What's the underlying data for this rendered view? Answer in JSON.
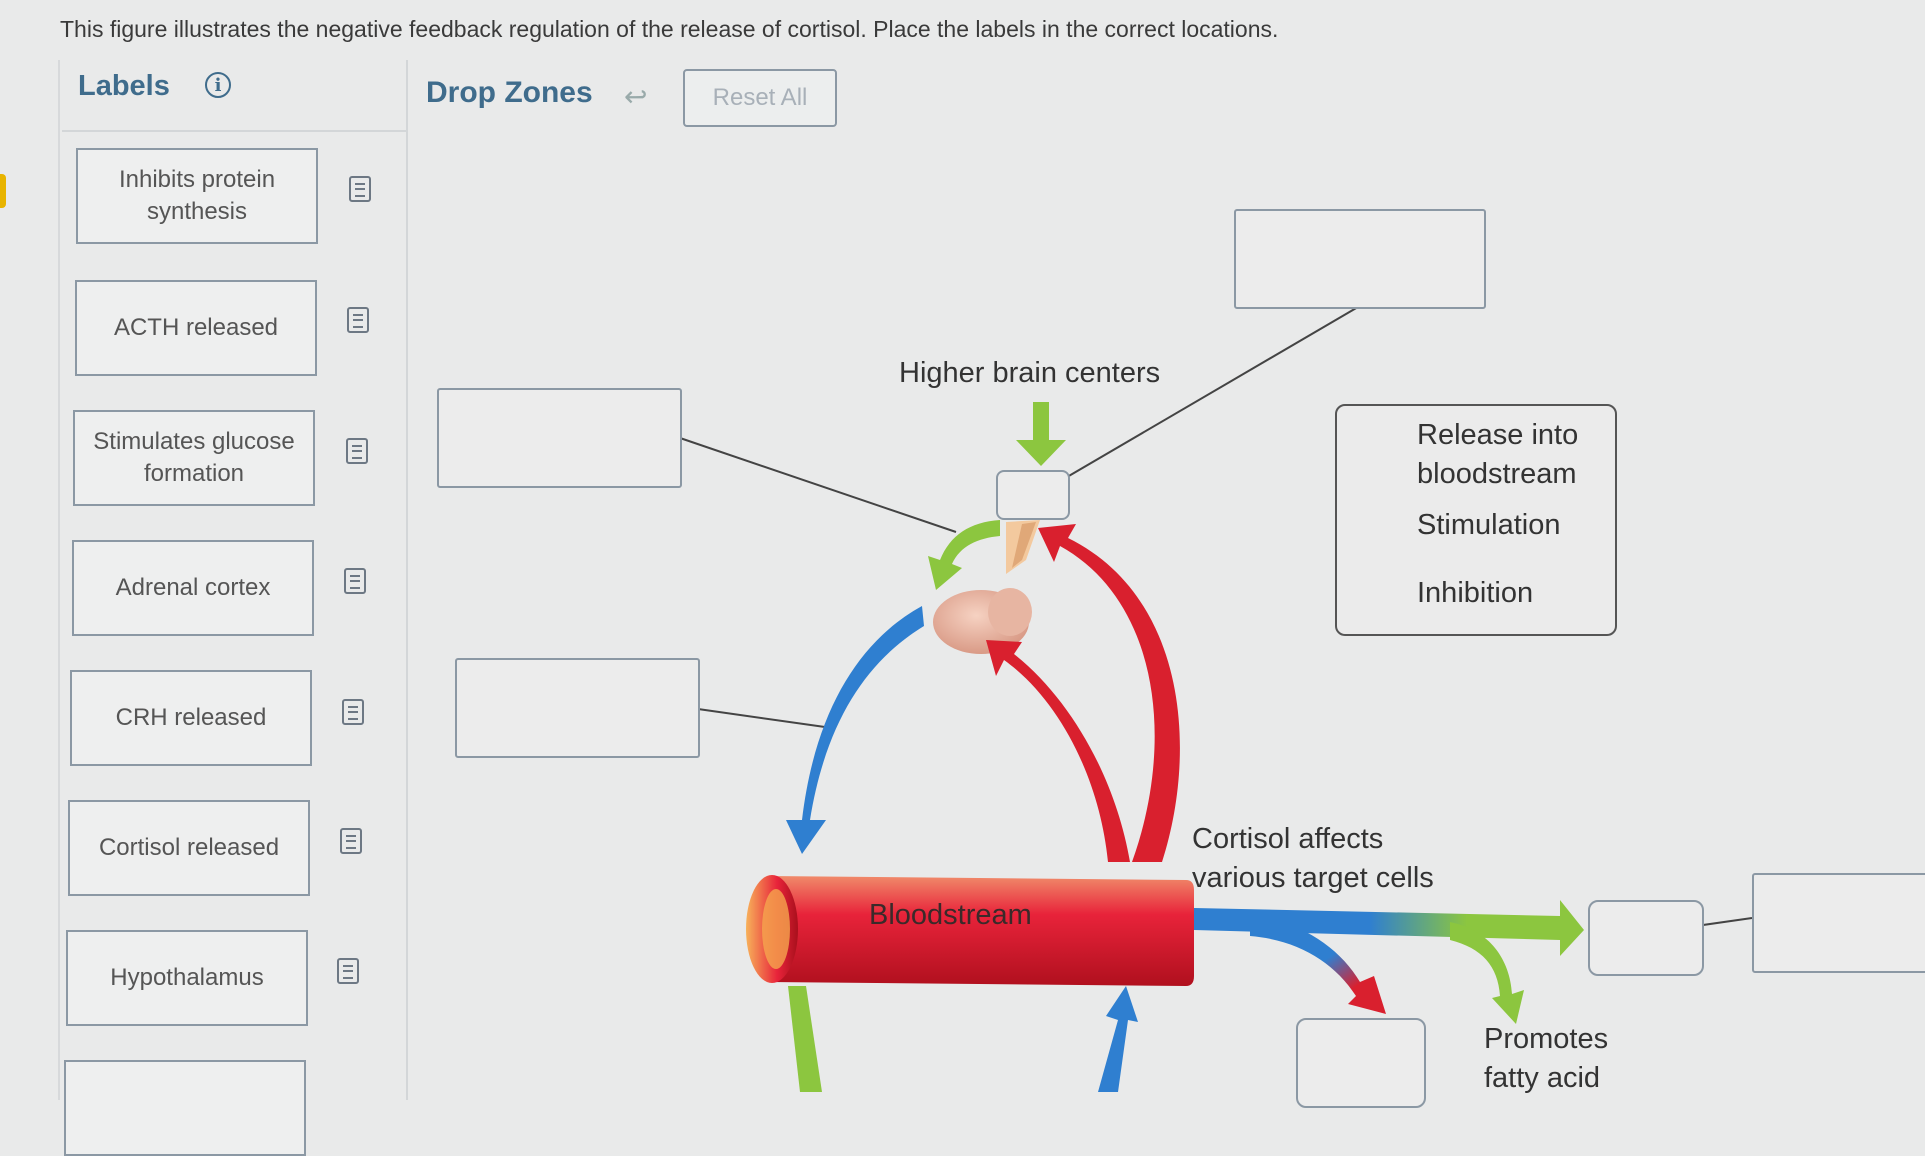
{
  "instruction": "This figure illustrates the negative feedback regulation of the release of cortisol. Place the labels in the correct locations.",
  "labels_panel": {
    "title": "Labels",
    "info_icon": "info-icon",
    "items": [
      {
        "text": "Inhibits protein synthesis",
        "icon": "notes-icon"
      },
      {
        "text": "ACTH released",
        "icon": "notes-icon"
      },
      {
        "text": "Stimulates glucose formation",
        "icon": "notes-icon"
      },
      {
        "text": "Adrenal cortex",
        "icon": "notes-icon"
      },
      {
        "text": "CRH released",
        "icon": "notes-icon"
      },
      {
        "text": "Cortisol released",
        "icon": "notes-icon"
      },
      {
        "text": "Hypothalamus",
        "icon": "notes-icon"
      }
    ]
  },
  "drop_zones": {
    "title": "Drop Zones",
    "undo_icon": "undo-arrow-icon",
    "reset_label": "Reset All"
  },
  "diagram": {
    "higher_brain": "Higher brain centers",
    "bloodstream": "Bloodstream",
    "cortisol_affects": "Cortisol affects various target cells",
    "promotes": "Promotes fatty acid",
    "colors": {
      "release": "#2f7fd0",
      "stimulation": "#8cc63f",
      "inhibition": "#d9202e"
    }
  },
  "legend": {
    "release": "Release into bloodstream",
    "stimulation": "Stimulation",
    "inhibition": "Inhibition"
  }
}
